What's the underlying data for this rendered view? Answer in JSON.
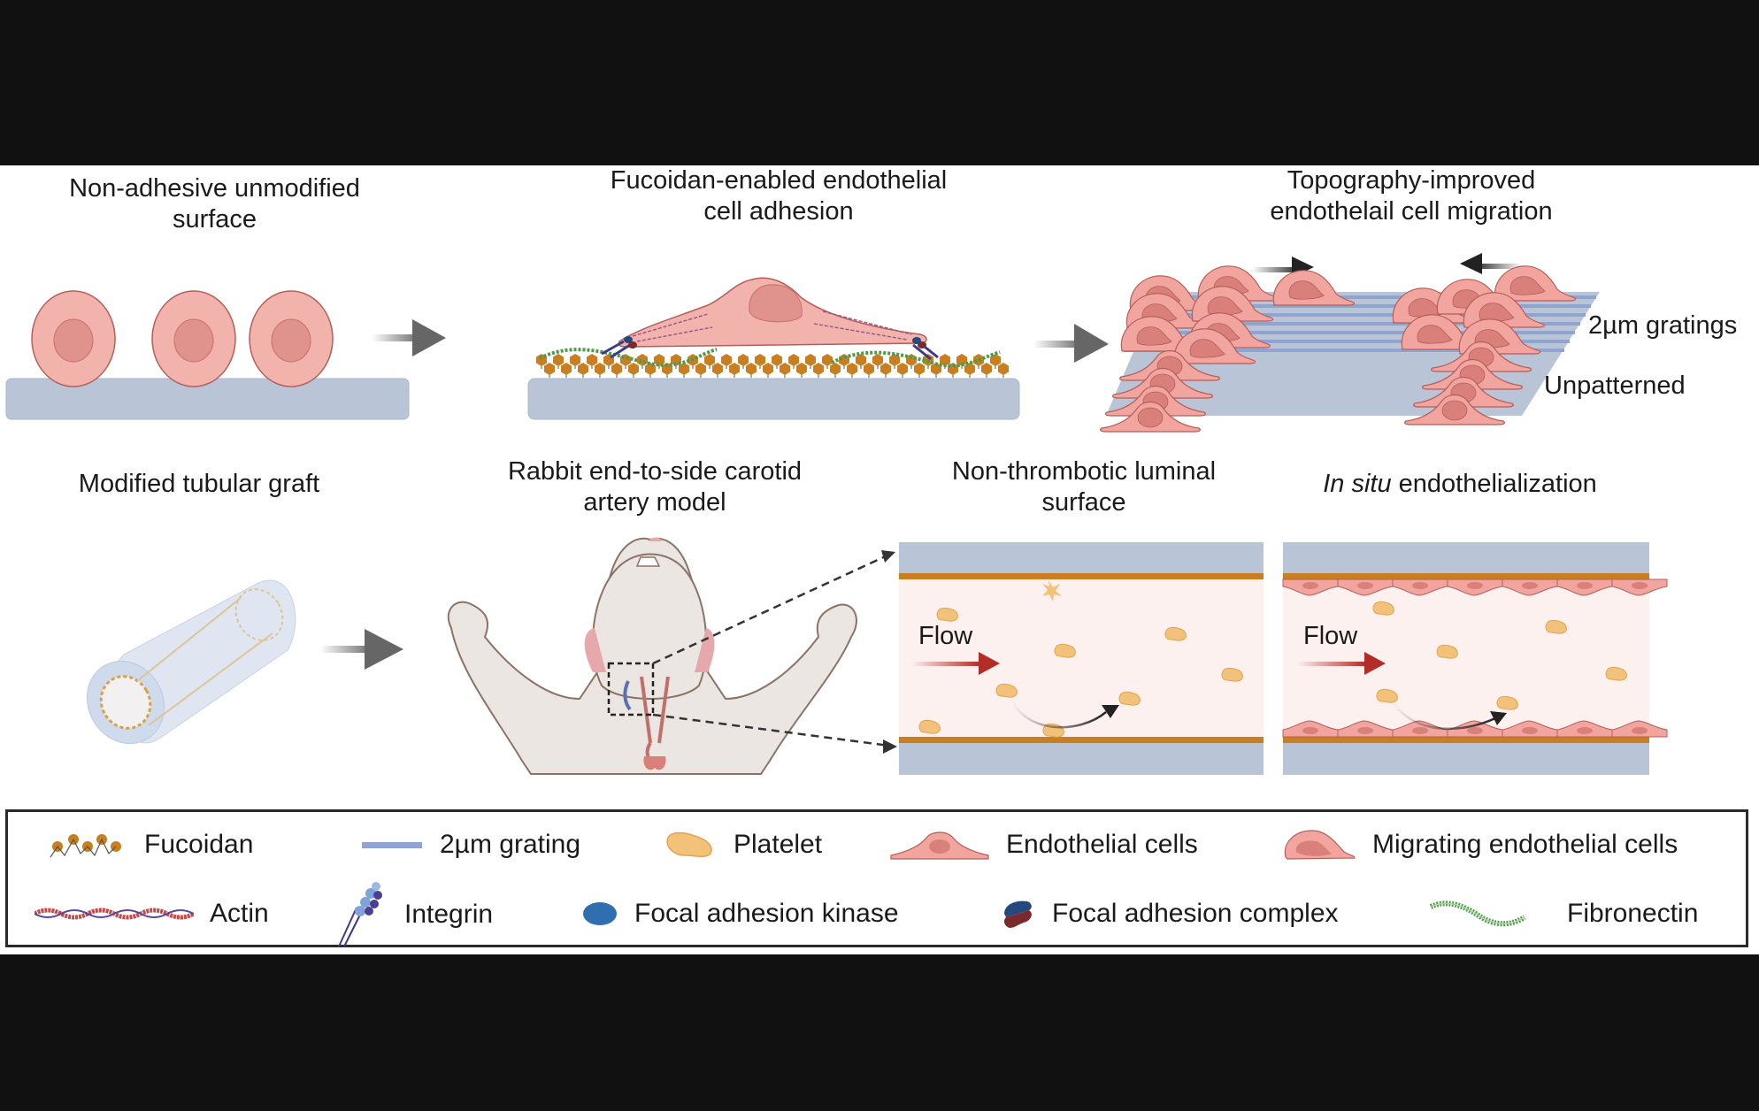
{
  "panels": {
    "step1": {
      "title_line1": "Non-adhesive unmodified",
      "title_line2": "surface"
    },
    "step2": {
      "title_line1": "Fucoidan-enabled endothelial",
      "title_line2": "cell adhesion"
    },
    "step3": {
      "title_line1": "Topography-improved",
      "title_line2": "endothelail cell migration",
      "label_gratings": "2µm gratings",
      "label_unpatterned": "Unpatterned"
    },
    "graft": {
      "title": "Modified tubular graft"
    },
    "rabbit": {
      "title_line1": "Rabbit end-to-side carotid",
      "title_line2": "artery model"
    },
    "luminal": {
      "title_line1": "Non-thrombotic luminal",
      "title_line2": "surface",
      "flow_label": "Flow"
    },
    "insitu": {
      "title_italic": "In situ",
      "title_rest": " endothelialization",
      "flow_label": "Flow"
    }
  },
  "colors": {
    "cell_fill": "#f2b3ad",
    "cell_nucleus": "#e0928d",
    "cell_stroke": "#b45e5a",
    "substrate": "#b9c4d6",
    "grating": "#8fa4cf",
    "fucoidan": "#c97f1f",
    "lumen": "#fdf1f0",
    "platelet": "#f3c27a",
    "flow_arrow": "#b32c27",
    "gray_arrow": "#666666",
    "fibronectin": "#4f9a4a",
    "integrin": "#3c3a8a",
    "fak": "#2f6fb0",
    "fac_blue": "#24497f",
    "fac_red": "#7a2a2a"
  },
  "legend": {
    "items": [
      {
        "icon": "fucoidan-icon",
        "label": "Fucoidan"
      },
      {
        "icon": "grating-icon",
        "label": "2µm grating"
      },
      {
        "icon": "platelet-icon",
        "label": "Platelet"
      },
      {
        "icon": "endothelial-cell-icon",
        "label": "Endothelial cells"
      },
      {
        "icon": "migrating-cell-icon",
        "label": "Migrating endothelial cells"
      },
      {
        "icon": "actin-icon",
        "label": "Actin"
      },
      {
        "icon": "integrin-icon",
        "label": "Integrin"
      },
      {
        "icon": "fak-icon",
        "label": "Focal adhesion kinase"
      },
      {
        "icon": "focal-adhesion-complex-icon",
        "label": "Focal adhesion complex"
      },
      {
        "icon": "fibronectin-icon",
        "label": "Fibronectin"
      }
    ]
  }
}
